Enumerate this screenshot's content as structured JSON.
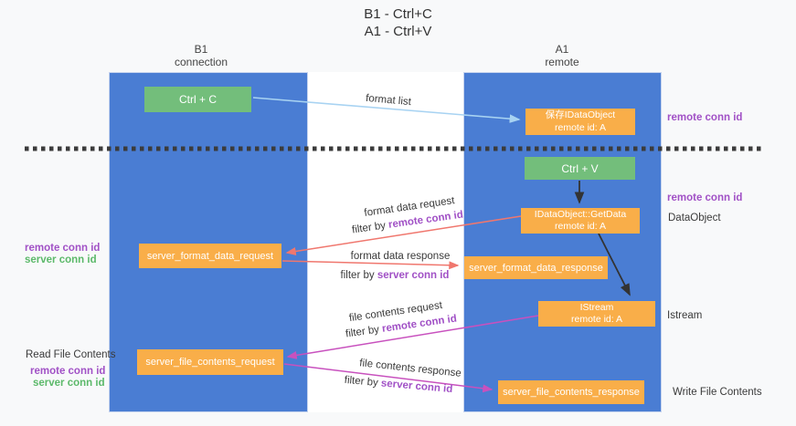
{
  "title": {
    "line1": "B1 - Ctrl+C",
    "line2": "A1 - Ctrl+V"
  },
  "lanes": {
    "left": {
      "title": "B1",
      "subtitle": "connection"
    },
    "right": {
      "title": "A1",
      "subtitle": "remote"
    }
  },
  "boxes": {
    "ctrl_c": "Ctrl + C",
    "ctrl_v": "Ctrl + V",
    "save_dataobject": {
      "line1": "保存IDataObject",
      "line2": "remote id: A"
    },
    "getdata": {
      "line1": "IDataObject::GetData",
      "line2": "remote id: A"
    },
    "istream": {
      "line1": "IStream",
      "line2": "remote id: A"
    },
    "server_format_data_request": "server_format_data_request",
    "server_format_data_response": "server_format_data_response",
    "server_file_contents_request": "server_file_contents_request",
    "server_file_contents_response": "server_file_contents_response"
  },
  "flows": {
    "format_list": "format list",
    "format_data_request": "format data request",
    "format_data_response": "format data response",
    "file_contents_request": "file contents request",
    "file_contents_response": "file contents response",
    "filter_by": "filter by",
    "remote_conn_id": "remote conn id",
    "server_conn_id": "server conn id"
  },
  "side_labels": {
    "remote_conn_id": "remote conn id",
    "server_conn_id": "server conn id",
    "dataobject": "DataObject",
    "istream": "Istream",
    "read_file_contents": "Read File Contents",
    "write_file_contents": "Write File Contents"
  },
  "colors": {
    "lane_blue": "#4a7dd3",
    "box_green": "#73be7b",
    "box_orange": "#f9ae49",
    "arrow_light_blue": "#a8d3f2",
    "arrow_salmon": "#f0776e",
    "arrow_magenta": "#c851be",
    "text_purple": "#a151c6",
    "text_green": "#5cb96a",
    "text_dark": "#3a3a3a",
    "background": "#f8f9fa"
  }
}
